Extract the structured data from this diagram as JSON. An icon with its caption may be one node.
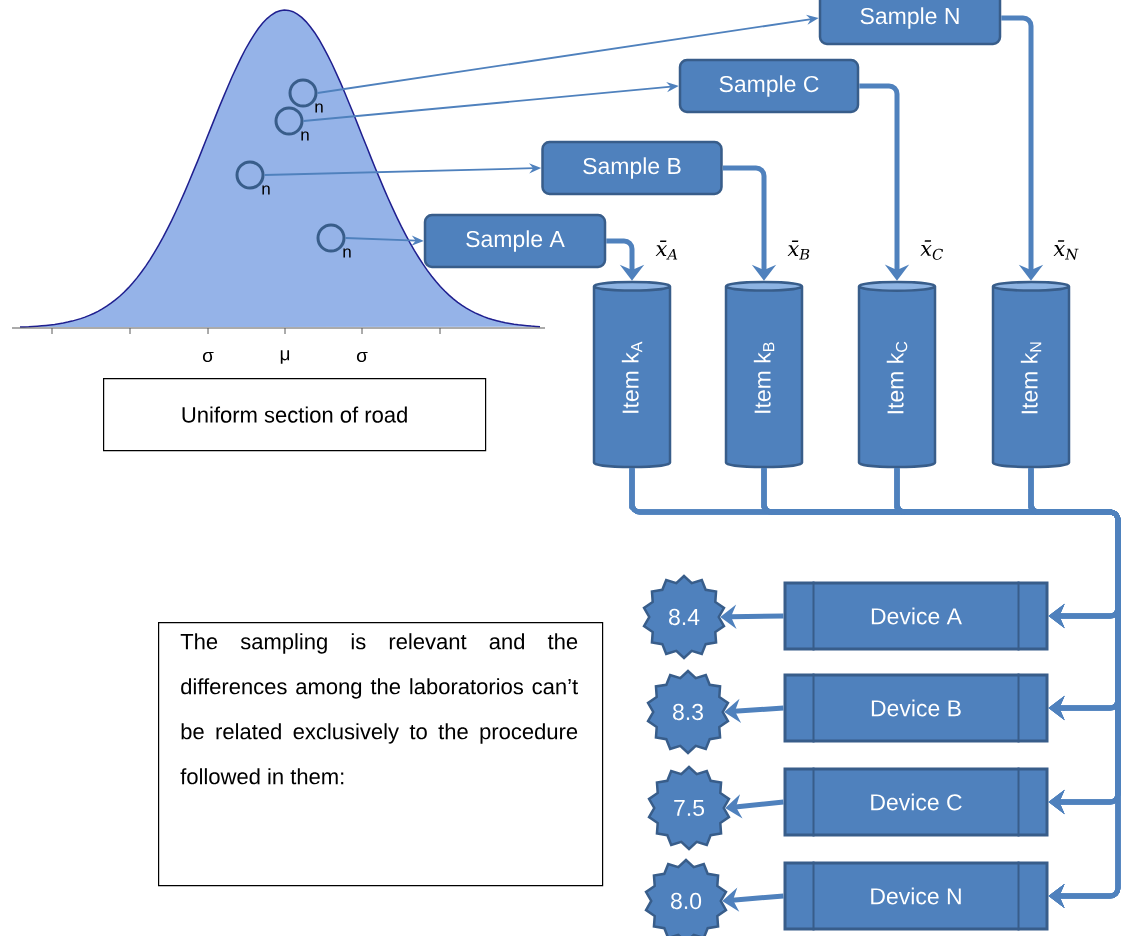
{
  "diagram": {
    "nodes": [
      {
        "text": [],
        "shape": "circle",
        "beside": [
          "n"
        ]
      },
      {
        "text": [],
        "shape": "circle",
        "beside": [
          "n"
        ]
      },
      {
        "text": [],
        "shape": "circle",
        "beside": [
          "n"
        ]
      },
      {
        "text": [],
        "shape": "circle",
        "beside": [
          "n"
        ]
      },
      {
        "text": [
          "Sample N"
        ]
      },
      {
        "text": [
          "Sample C"
        ]
      },
      {
        "text": [
          "Sample B"
        ]
      },
      {
        "text": [
          "Sample A"
        ]
      },
      {
        "text": [
          "Item k$_{A}$"
        ]
      },
      {
        "text": [
          "Item k$_{B}$"
        ]
      },
      {
        "text": [
          "Item k$_{C}$"
        ]
      },
      {
        "text": [
          "Item k$_{N}$"
        ]
      },
      {
        "text": [
          "Device A"
        ]
      },
      {
        "text": [
          "Device B"
        ]
      },
      {
        "text": [
          "Device C"
        ]
      },
      {
        "text": [
          "Device N"
        ]
      },
      {
        "text": [
          "8.4"
        ]
      },
      {
        "text": [
          "8.3"
        ]
      },
      {
        "text": [
          "7.5"
        ]
      },
      {
        "text": [
          "8.0"
        ]
      },
      {
        "text": [
          "Uniform section of road"
        ]
      },
      {
        "text": [
          "The sampling is relevant and the differences among the laboratorios can’t be related exclusively to the procedure followed in them:"
        ]
      }
    ],
    "edges": [
      {
        "from": 0,
        "to": 4,
        "arrow": "to"
      },
      {
        "from": 1,
        "to": 5,
        "arrow": "to"
      },
      {
        "from": 2,
        "to": 6,
        "arrow": "to"
      },
      {
        "from": 3,
        "to": 7,
        "arrow": "to"
      },
      {
        "from": 7,
        "to": 8,
        "arrow": "to",
        "label": "x̄$_{A}$"
      },
      {
        "from": 6,
        "to": 9,
        "arrow": "to",
        "label": "x̄$_{B}$"
      },
      {
        "from": 5,
        "to": 10,
        "arrow": "to",
        "label": "x̄$_{C}$"
      },
      {
        "from": 4,
        "to": 11,
        "arrow": "to",
        "label": "x̄$_{N}$"
      },
      {
        "from": 8,
        "to": 12,
        "arrow": "to"
      },
      {
        "from": 8,
        "to": 13,
        "arrow": "to"
      },
      {
        "from": 8,
        "to": 14,
        "arrow": "to"
      },
      {
        "from": 8,
        "to": 15,
        "arrow": "to"
      },
      {
        "from": 9,
        "to": 12,
        "arrow": "to"
      },
      {
        "from": 9,
        "to": 13,
        "arrow": "to"
      },
      {
        "from": 9,
        "to": 14,
        "arrow": "to"
      },
      {
        "from": 9,
        "to": 15,
        "arrow": "to"
      },
      {
        "from": 10,
        "to": 12,
        "arrow": "to"
      },
      {
        "from": 10,
        "to": 13,
        "arrow": "to"
      },
      {
        "from": 10,
        "to": 14,
        "arrow": "to"
      },
      {
        "from": 10,
        "to": 15,
        "arrow": "to"
      },
      {
        "from": 11,
        "to": 12,
        "arrow": "to"
      },
      {
        "from": 11,
        "to": 13,
        "arrow": "to"
      },
      {
        "from": 11,
        "to": 14,
        "arrow": "to"
      },
      {
        "from": 11,
        "to": 15,
        "arrow": "to"
      },
      {
        "from": 12,
        "to": 16,
        "arrow": "to"
      },
      {
        "from": 13,
        "to": 17,
        "arrow": "to"
      },
      {
        "from": 14,
        "to": 18,
        "arrow": "to"
      },
      {
        "from": 15,
        "to": 19,
        "arrow": "to"
      }
    ],
    "labels": [
      "σ",
      "μ",
      "σ"
    ]
  }
}
